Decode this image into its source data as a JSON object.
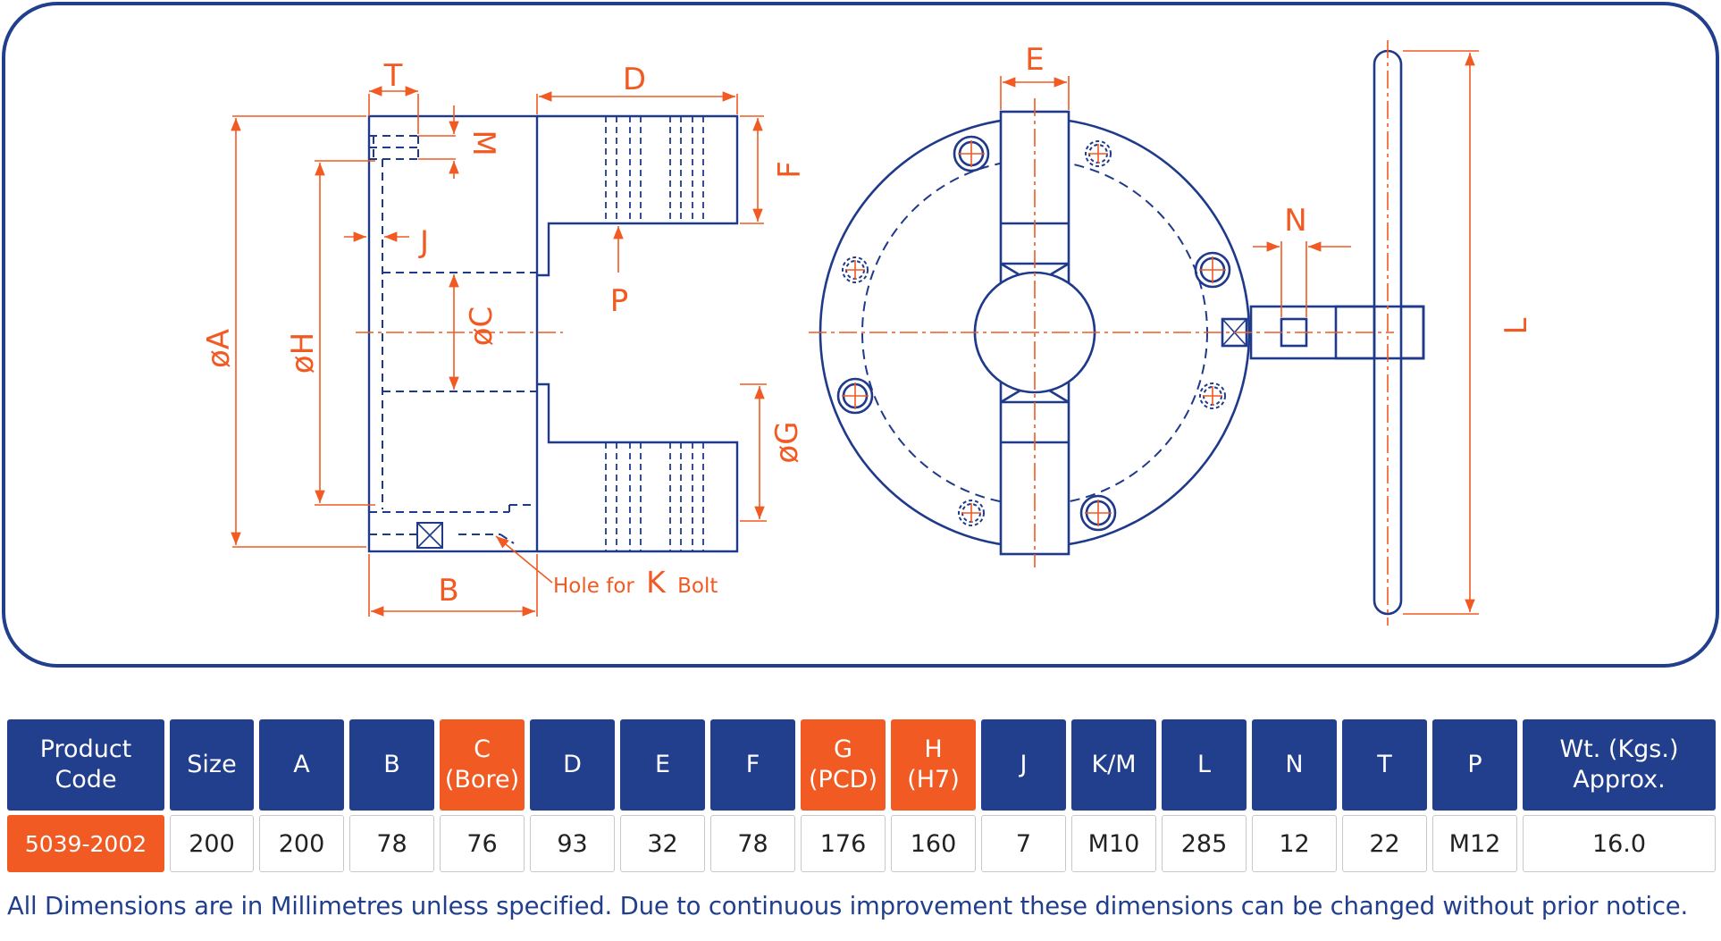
{
  "drawing": {
    "dimension_labels": {
      "T": "T",
      "D": "D",
      "E": "E",
      "M": "M",
      "F": "F",
      "J": "J",
      "A": "øA",
      "H": "øH",
      "C": "øC",
      "P": "P",
      "G": "øG",
      "B": "B",
      "N": "N",
      "L": "L"
    },
    "hole_note": {
      "prefix": "Hole for",
      "letter": "K",
      "suffix": "Bolt"
    }
  },
  "table": {
    "headers": [
      {
        "line1": "Product",
        "line2": "Code",
        "accent": false
      },
      {
        "line1": "Size",
        "line2": "",
        "accent": false
      },
      {
        "line1": "A",
        "line2": "",
        "accent": false
      },
      {
        "line1": "B",
        "line2": "",
        "accent": false
      },
      {
        "line1": "C",
        "line2": "(Bore)",
        "accent": true
      },
      {
        "line1": "D",
        "line2": "",
        "accent": false
      },
      {
        "line1": "E",
        "line2": "",
        "accent": false
      },
      {
        "line1": "F",
        "line2": "",
        "accent": false
      },
      {
        "line1": "G",
        "line2": "(PCD)",
        "accent": true
      },
      {
        "line1": "H",
        "line2": "(H7)",
        "accent": true
      },
      {
        "line1": "J",
        "line2": "",
        "accent": false
      },
      {
        "line1": "K/M",
        "line2": "",
        "accent": false
      },
      {
        "line1": "L",
        "line2": "",
        "accent": false
      },
      {
        "line1": "N",
        "line2": "",
        "accent": false
      },
      {
        "line1": "T",
        "line2": "",
        "accent": false
      },
      {
        "line1": "P",
        "line2": "",
        "accent": false
      },
      {
        "line1": "Wt. (Kgs.)",
        "line2": "Approx.",
        "accent": false
      }
    ],
    "row": [
      "5039-2002",
      "200",
      "200",
      "78",
      "76",
      "93",
      "32",
      "78",
      "176",
      "160",
      "7",
      "M10",
      "285",
      "12",
      "22",
      "M12",
      "16.0"
    ]
  },
  "footer": "All Dimensions are in Millimetres unless specified. Due to continuous improvement these dimensions can be changed without prior notice.",
  "colors": {
    "navy": "#213f8c",
    "orange": "#f15a22",
    "line": "#1f3a8a"
  }
}
